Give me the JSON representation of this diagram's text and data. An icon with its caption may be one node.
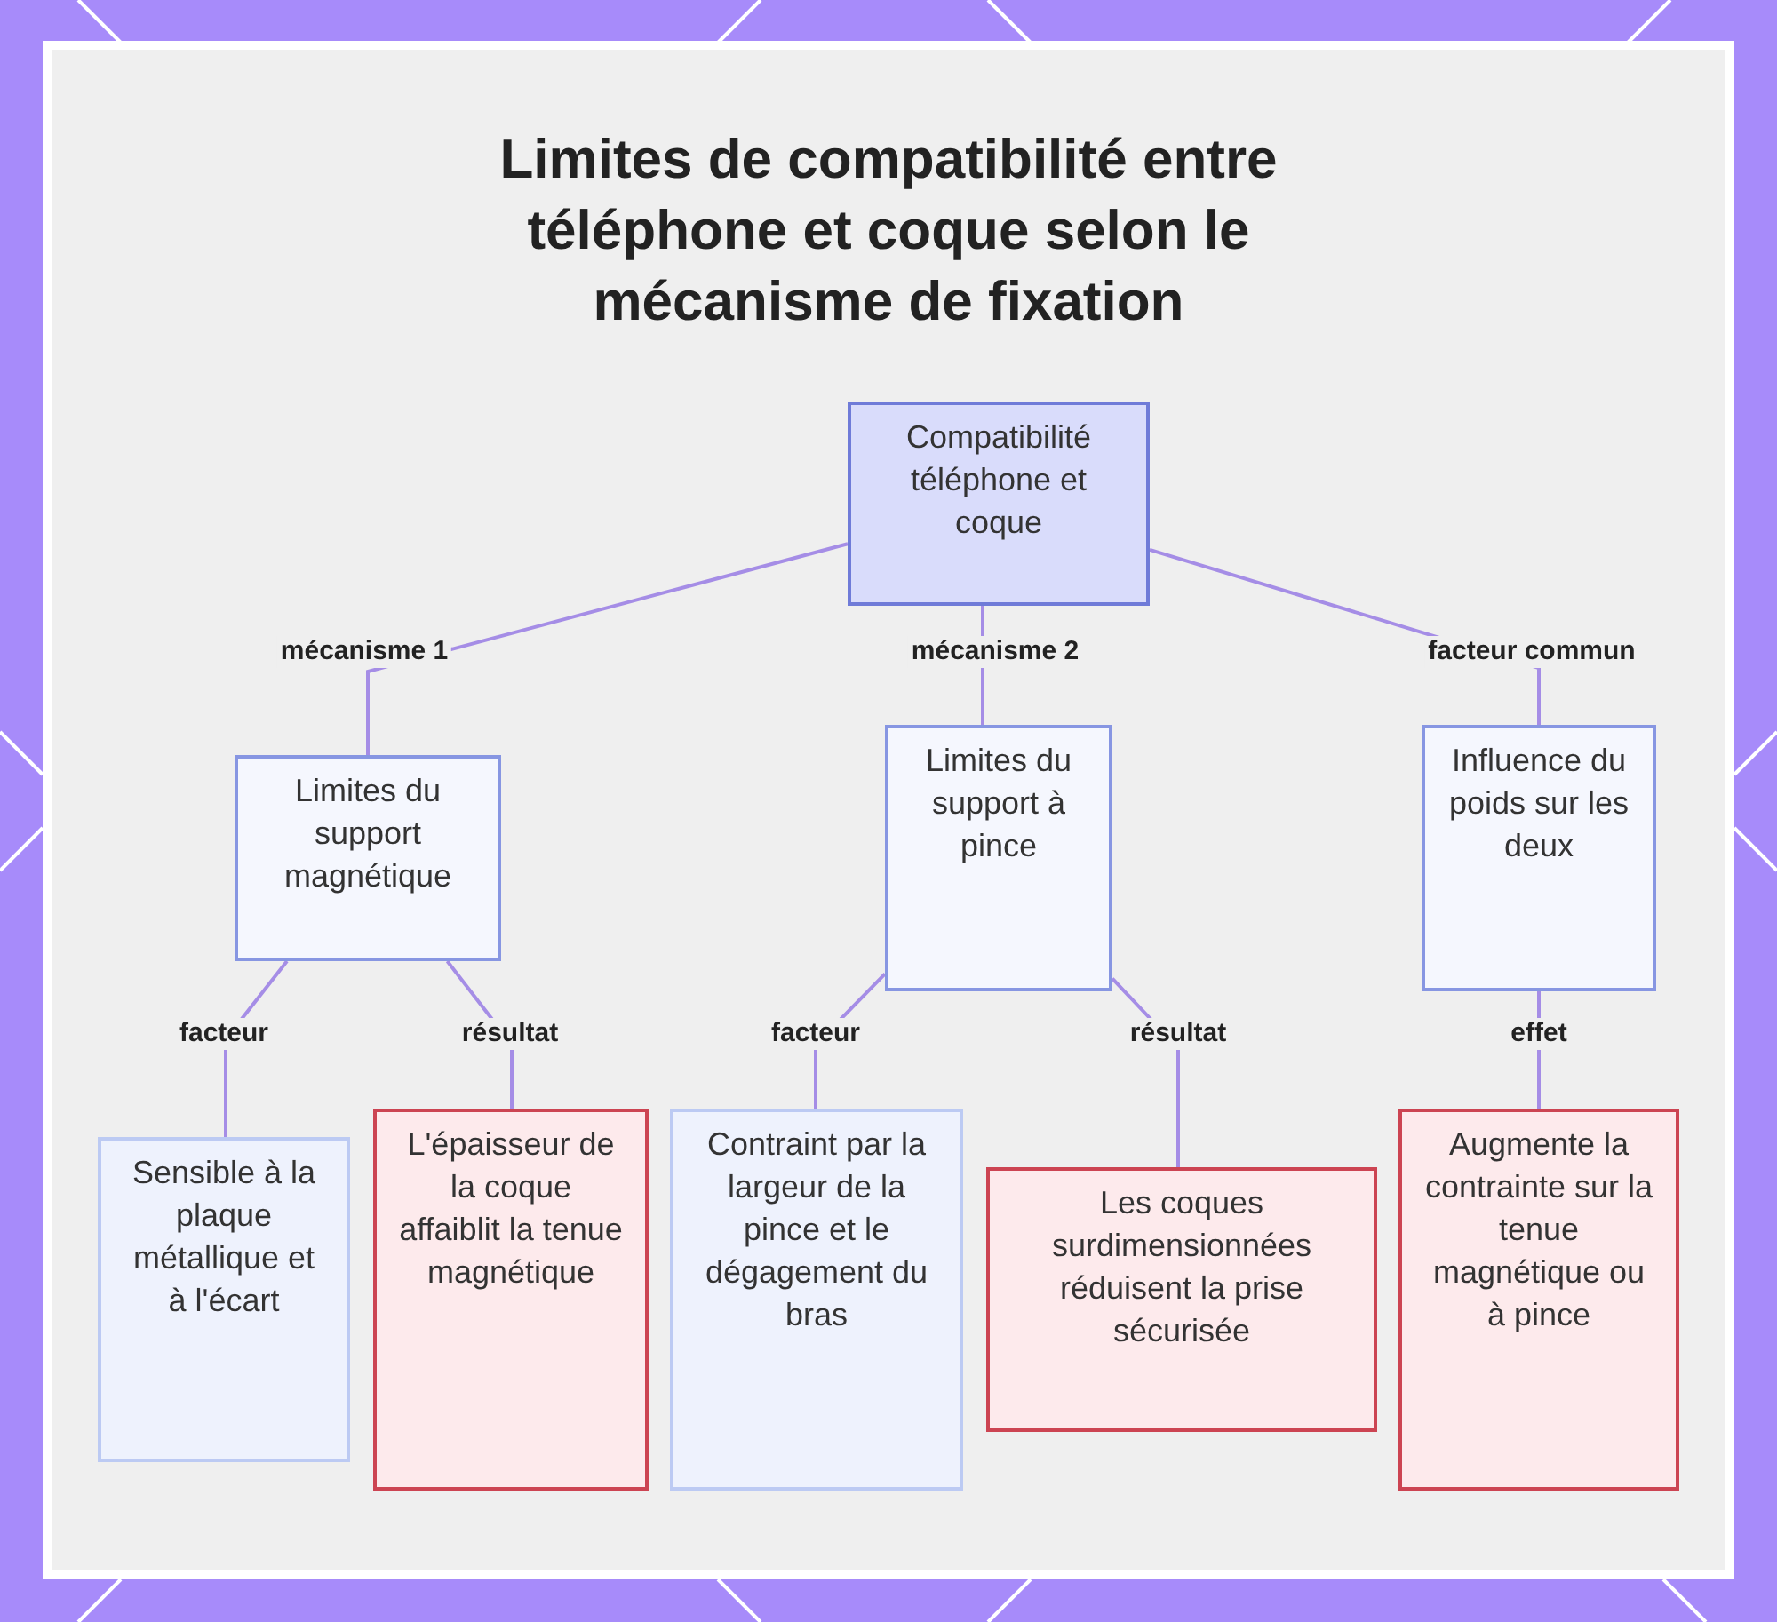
{
  "diagram": {
    "title": "Limites de compatibilité entre téléphone et coque selon le mécanisme de fixation",
    "nodes": [
      {
        "text": [
          "Compatibilité téléphone et coque"
        ]
      },
      {
        "text": [
          "Limites du support magnétique"
        ]
      },
      {
        "text": [
          "Limites du support à pince"
        ]
      },
      {
        "text": [
          "Influence du poids sur les deux"
        ]
      },
      {
        "text": [
          "Sensible à la plaque métallique et à l'écart"
        ]
      },
      {
        "text": [
          "L'épaisseur de la coque affaiblit la tenue magnétique"
        ]
      },
      {
        "text": [
          "Contraint par la largeur de la pince et le dégagement du bras"
        ]
      },
      {
        "text": [
          "Les coques surdimensionnées réduisent la prise sécurisée"
        ]
      },
      {
        "text": [
          "Augmente la contrainte sur la tenue magnétique ou à pince"
        ]
      }
    ],
    "edges": [
      {
        "from": 0,
        "to": 1,
        "arrow": "none",
        "label": "mécanisme 1"
      },
      {
        "from": 0,
        "to": 2,
        "arrow": "none",
        "label": "mécanisme 2"
      },
      {
        "from": 0,
        "to": 3,
        "arrow": "none",
        "label": "facteur commun"
      },
      {
        "from": 1,
        "to": 4,
        "arrow": "none",
        "label": "facteur"
      },
      {
        "from": 1,
        "to": 5,
        "arrow": "none",
        "label": "résultat"
      },
      {
        "from": 2,
        "to": 6,
        "arrow": "none",
        "label": "facteur"
      },
      {
        "from": 2,
        "to": 7,
        "arrow": "none",
        "label": "résultat"
      },
      {
        "from": 3,
        "to": 8,
        "arrow": "none",
        "label": "effet"
      }
    ]
  }
}
